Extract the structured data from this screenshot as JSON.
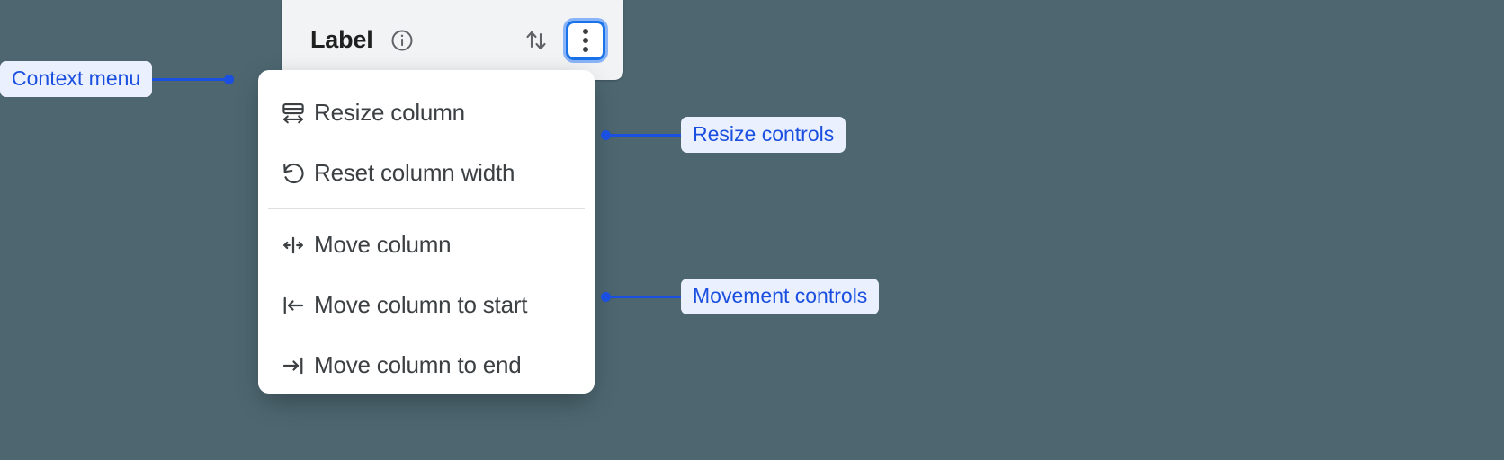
{
  "background_color": "#4d6670",
  "accent_color": "#1a4fe0",
  "focus_ring_color": "#1a73e8",
  "header": {
    "title": "Label",
    "info_icon": "info-circle-icon",
    "sort_icon": "sort-up-down-icon",
    "overflow_icon": "kebab-more-vertical-icon",
    "panel_background": "#f1f3f4"
  },
  "context_menu": {
    "groups": [
      {
        "name": "resize-controls",
        "items": [
          {
            "icon": "resize-column-width-icon",
            "label": "Resize column"
          },
          {
            "icon": "reset-rotate-counterclockwise-icon",
            "label": "Reset column width"
          }
        ]
      },
      {
        "name": "movement-controls",
        "items": [
          {
            "icon": "move-column-left-right-icon",
            "label": "Move column"
          },
          {
            "icon": "move-column-to-start-icon",
            "label": "Move column to start"
          },
          {
            "icon": "move-column-to-end-icon",
            "label": "Move column to end"
          }
        ]
      }
    ]
  },
  "annotations": [
    {
      "id": "context",
      "label": "Context menu"
    },
    {
      "id": "resize",
      "label": "Resize controls"
    },
    {
      "id": "movement",
      "label": "Movement controls"
    }
  ]
}
